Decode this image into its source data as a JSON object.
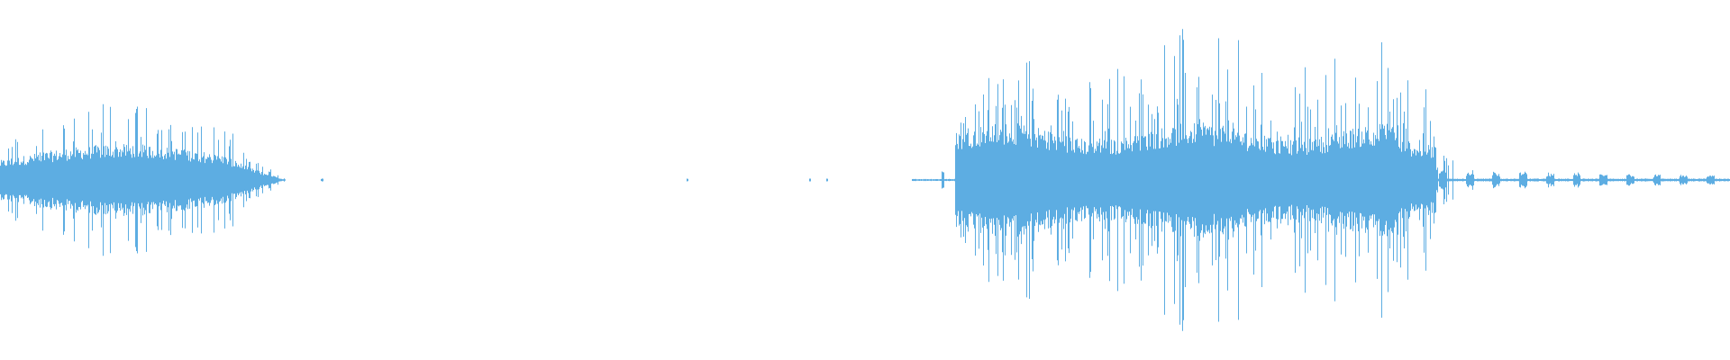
{
  "waveform": {
    "color": "#5dade2",
    "background": "#ffffff",
    "segments": [
      {
        "start": 0.0,
        "end": 0.165,
        "peak": 0.34,
        "density": "dense"
      },
      {
        "start": 0.555,
        "end": 0.83,
        "peak": 0.55,
        "density": "dense"
      },
      {
        "start": 0.83,
        "end": 1.0,
        "peak": 0.08,
        "density": "sparse"
      }
    ]
  }
}
